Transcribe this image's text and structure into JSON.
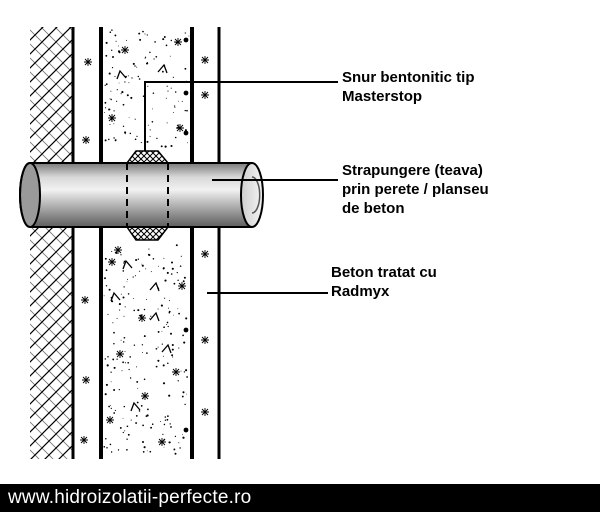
{
  "labels": {
    "bentonite_cord": [
      "Snur bentonitic tip",
      "Masterstop"
    ],
    "pipe_penetration": [
      "Strapungere (teava)",
      "prin perete / planseu",
      "de beton"
    ],
    "treated_concrete": [
      "Beton tratat cu",
      "Radmyx"
    ]
  },
  "footer": {
    "website": "www.hidroizolatii-perfecte.ro"
  },
  "colors": {
    "background": "#ffffff",
    "footer_background": "#000000",
    "footer_text": "#ffffff",
    "pipe_light": "#e6e6e6",
    "pipe_dark": "#6f6f6f",
    "cord_fill": "#444444"
  }
}
